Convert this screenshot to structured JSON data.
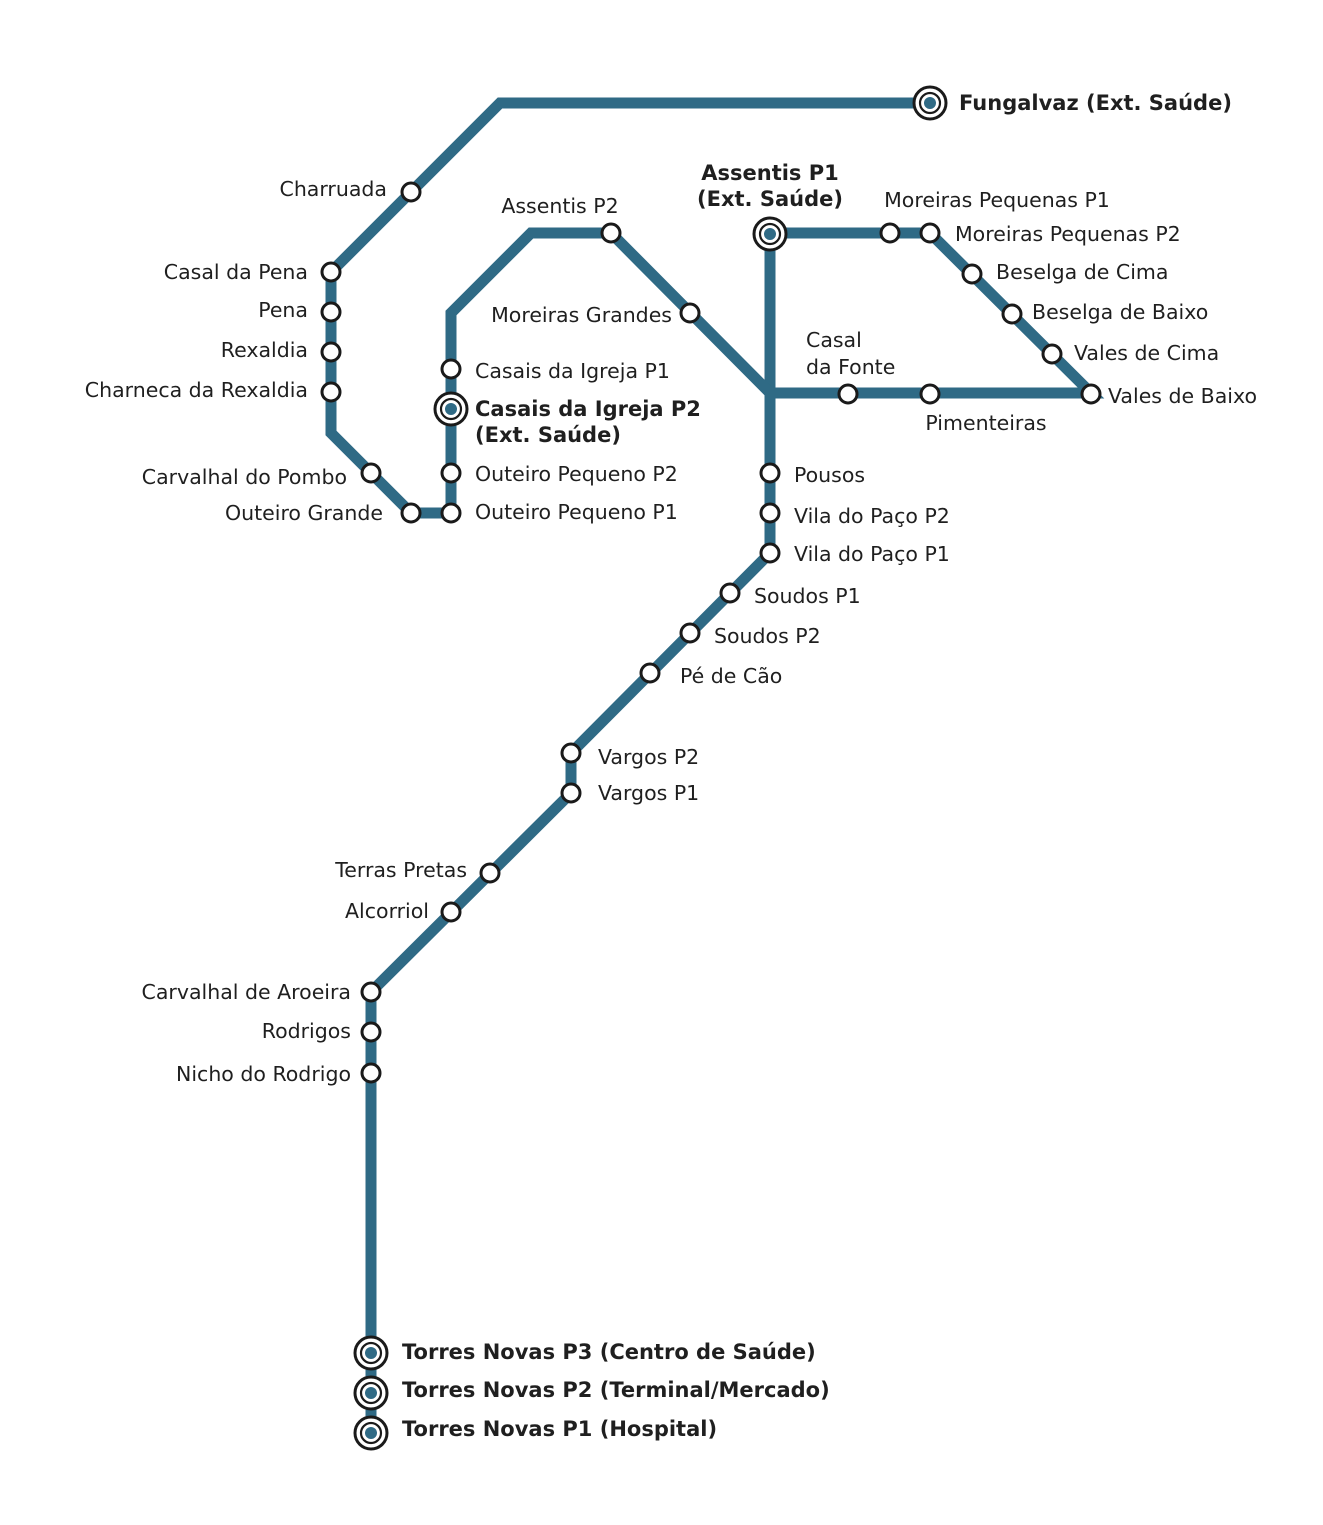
{
  "colors": {
    "line": "#2f6a85",
    "station_outline": "#1a1a1a",
    "text": "#1f1f1f",
    "background": "#ffffff"
  },
  "major_stops": {
    "fungalvaz": "Fungalvaz (Ext. Saúde)",
    "assentis_p1_a": "Assentis P1",
    "assentis_p1_b": "(Ext. Saúde)",
    "casais_igreja_p2_a": "Casais da Igreja P2",
    "casais_igreja_p2_b": "(Ext. Saúde)",
    "torres_novas_p3": "Torres Novas P3 (Centro de Saúde)",
    "torres_novas_p2": "Torres Novas P2 (Terminal/Mercado)",
    "torres_novas_p1": "Torres Novas P1 (Hospital)"
  },
  "stops": {
    "charruada": "Charruada",
    "casal_da_pena": "Casal da Pena",
    "pena": "Pena",
    "rexaldia": "Rexaldia",
    "charneca_da_rexaldia": "Charneca da Rexaldia",
    "carvalhal_do_pombo": "Carvalhal do Pombo",
    "outeiro_grande": "Outeiro Grande",
    "outeiro_pequeno_p1": "Outeiro Pequeno P1",
    "outeiro_pequeno_p2": "Outeiro Pequeno P2",
    "casais_da_igreja_p1": "Casais da Igreja P1",
    "assentis_p2": "Assentis P2",
    "moreiras_grandes": "Moreiras Grandes",
    "moreiras_pequenas_p1": "Moreiras Pequenas P1",
    "moreiras_pequenas_p2": "Moreiras Pequenas P2",
    "beselga_de_cima": "Beselga de Cima",
    "beselga_de_baixo": "Beselga de Baixo",
    "vales_de_cima": "Vales de Cima",
    "vales_de_baixo": "Vales de Baixo",
    "casal_da_fonte_a": "Casal",
    "casal_da_fonte_b": "da Fonte",
    "pimenteiras": "Pimenteiras",
    "pousos": "Pousos",
    "vila_do_paco_p2": "Vila do Paço P2",
    "vila_do_paco_p1": "Vila do Paço P1",
    "soudos_p1": "Soudos P1",
    "soudos_p2": "Soudos P2",
    "pe_de_cao": "Pé de Cão",
    "vargos_p2": "Vargos P2",
    "vargos_p1": "Vargos P1",
    "terras_pretas": "Terras Pretas",
    "alcorriol": "Alcorriol",
    "carvalhal_de_aroeira": "Carvalhal de Aroeira",
    "rodrigos": "Rodrigos",
    "nicho_do_rodrigo": "Nicho do Rodrigo"
  }
}
